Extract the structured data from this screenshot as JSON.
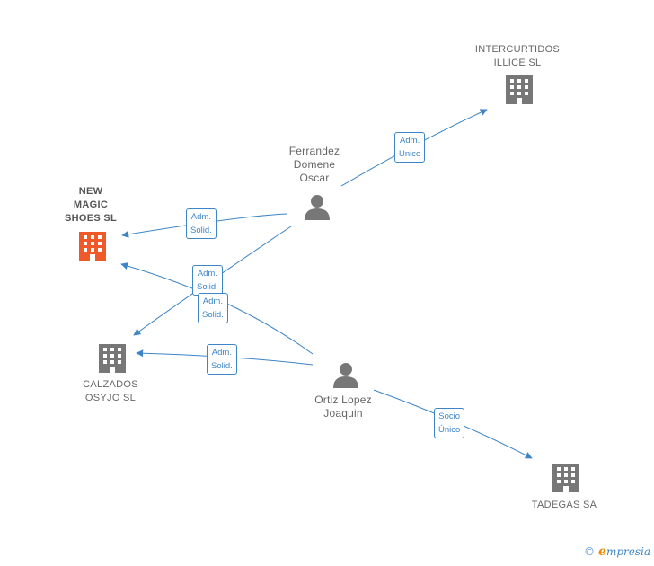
{
  "colors": {
    "edge": "#3d85c6",
    "building_default": "#777777",
    "building_highlight": "#f05a28",
    "person": "#777777"
  },
  "nodes": {
    "intercurtidos": {
      "label": "INTERCURTIDOS\nILLICE  SL",
      "icon": "building-icon"
    },
    "new_magic": {
      "label": "NEW\nMAGIC\nSHOES  SL",
      "icon": "building-icon"
    },
    "calzados": {
      "label": "CALZADOS\nOSYJO  SL",
      "icon": "building-icon"
    },
    "tadegas": {
      "label": "TADEGAS SA",
      "icon": "building-icon"
    },
    "ferrandez": {
      "label": "Ferrandez\nDomene\nOscar",
      "icon": "person-icon"
    },
    "ortiz": {
      "label": "Ortiz Lopez\nJoaquin",
      "icon": "person-icon"
    }
  },
  "edges": {
    "ferrandez_intercurtidos": "Adm.\nUnico",
    "ferrandez_newmagic": "Adm.\nSolid.",
    "ferrandez_calzados": "Adm.\nSolid.",
    "ortiz_newmagic": "Adm.\nSolid.",
    "ortiz_calzados": "Adm.\nSolid.",
    "ortiz_tadegas": "Socio\nÚnico"
  },
  "brand": {
    "copyright": "©",
    "name": "mpresia",
    "initial": "e"
  }
}
